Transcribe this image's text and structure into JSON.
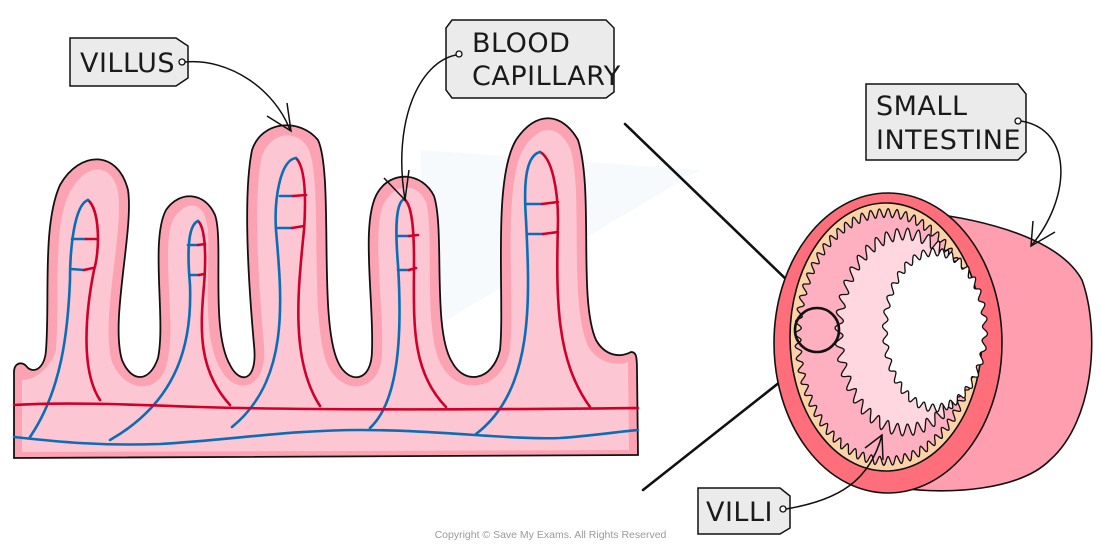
{
  "diagram": {
    "title": "Structure of villi in the small intestine",
    "labels": {
      "villus": "VILLUS",
      "blood_capillary": [
        "BLOOD",
        "CAPILLARY"
      ],
      "small_intestine": [
        "SMALL",
        "INTESTINE"
      ],
      "villi": "VILLI"
    },
    "colors": {
      "tissue_light": "#fcc7d3",
      "tissue_edge": "#fca3b3",
      "artery_red": "#d0002a",
      "vein_blue": "#0a6db5",
      "intestine_outer": "#ff6f7b",
      "intestine_side": "#ff9eae",
      "submucosa": "#fcd3a7",
      "tag_fill": "#ebebeb",
      "outline": "#111111"
    }
  },
  "footer": {
    "copyright": "Copyright © Save My Exams. All Rights Reserved"
  }
}
